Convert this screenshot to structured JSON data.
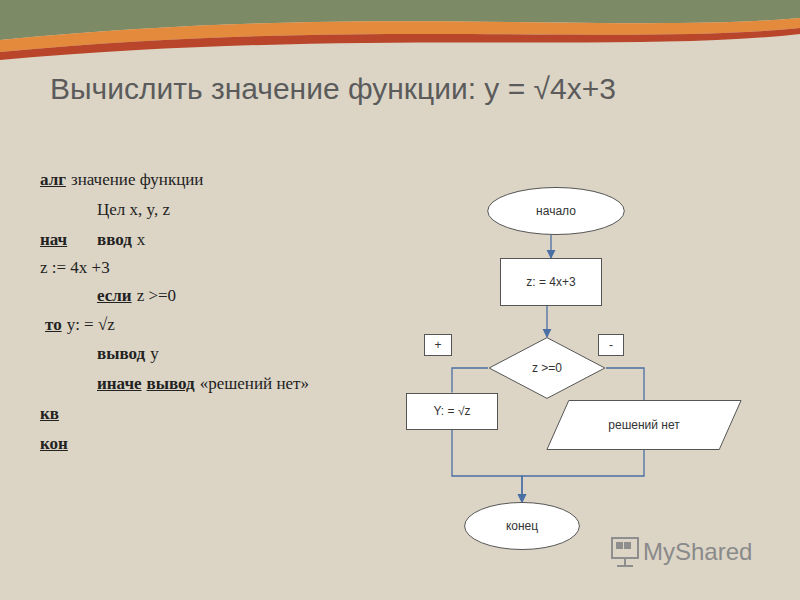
{
  "diagram": {
    "title": "Вычислить значение функции: y = √4x+3",
    "nodes": [
      {
        "text": [
          "начало"
        ]
      },
      {
        "text": [
          "z: = 4x+3"
        ]
      },
      {
        "text": [
          "+"
        ]
      },
      {
        "text": [
          "-"
        ]
      },
      {
        "text": [
          "z >=0"
        ]
      },
      {
        "text": [
          "Y: = √z"
        ]
      },
      {
        "text": [
          "решений нет"
        ]
      },
      {
        "text": [
          "конец"
        ]
      }
    ],
    "edges": [
      {
        "from": 0,
        "to": 1,
        "arrow": "to"
      },
      {
        "from": 1,
        "to": 4,
        "arrow": "to"
      },
      {
        "from": 4,
        "to": 5,
        "arrow": "none"
      },
      {
        "from": 4,
        "to": 6,
        "arrow": "none"
      },
      {
        "from": 5,
        "to": 7,
        "arrow": "to"
      },
      {
        "from": 6,
        "to": 7,
        "arrow": "to"
      }
    ],
    "labels": [
      "алг",
      "значение функции",
      "Цел x, y, z",
      "нач",
      "ввод",
      "x",
      "z := 4x +3",
      "если",
      "z >=0",
      "то",
      "y: = √z",
      "вывод",
      "y",
      "иначе",
      "вывод",
      "«решений нет»",
      "кв",
      "кон",
      "MyShared"
    ]
  }
}
